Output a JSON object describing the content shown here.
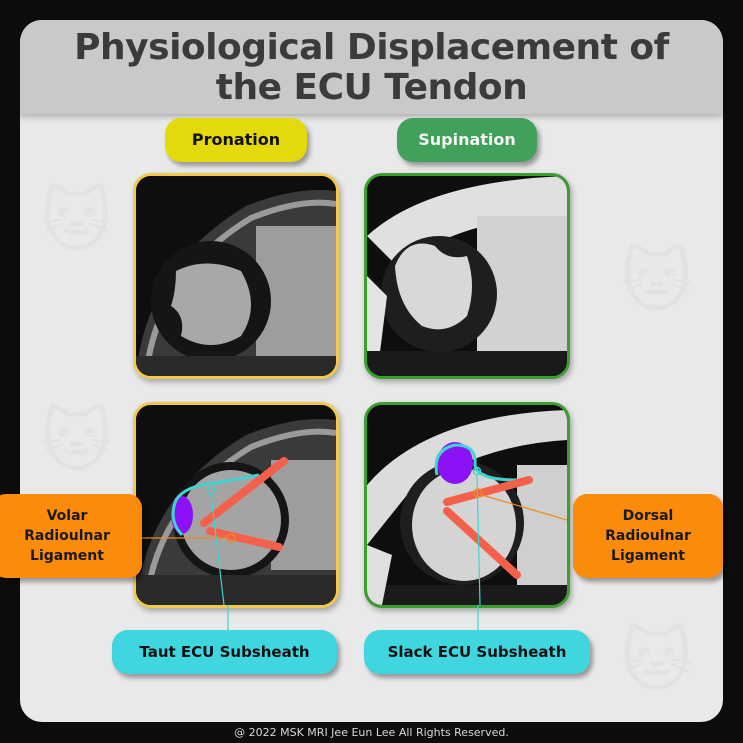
{
  "title": {
    "line1": "Physiological Displacement of",
    "line2": "the ECU Tendon"
  },
  "columns": {
    "left": {
      "label": "Pronation",
      "color": "#e4d90c",
      "border_color": "#f2c94c"
    },
    "right": {
      "label": "Supination",
      "color": "#41a05a",
      "border_color": "#3a9f2e"
    }
  },
  "images": [
    {
      "name": "pronation-mri-plain",
      "annotated": false
    },
    {
      "name": "supination-mri-plain",
      "annotated": false
    },
    {
      "name": "pronation-mri-annotated",
      "annotated": true
    },
    {
      "name": "supination-mri-annotated",
      "annotated": true
    }
  ],
  "callouts": {
    "volar": {
      "line1": "Volar",
      "line2": "Radioulnar",
      "line3": "Ligament",
      "color": "#fb8b0b"
    },
    "dorsal": {
      "line1": "Dorsal",
      "line2": "Radioulnar",
      "line3": "Ligament",
      "color": "#fb8b0b"
    },
    "taut": {
      "label": "Taut ECU Subsheath",
      "color": "#40d6e0"
    },
    "slack": {
      "label": "Slack ECU Subsheath",
      "color": "#40d6e0"
    }
  },
  "annotation_colors": {
    "tendon": "#8a12f5",
    "subsheath": "#3fd4d0",
    "ligament": "#f4604a",
    "leader_orange": "#f08a1a"
  },
  "footer": "@ 2022 MSK MRI Jee Eun Lee All Rights Reserved."
}
